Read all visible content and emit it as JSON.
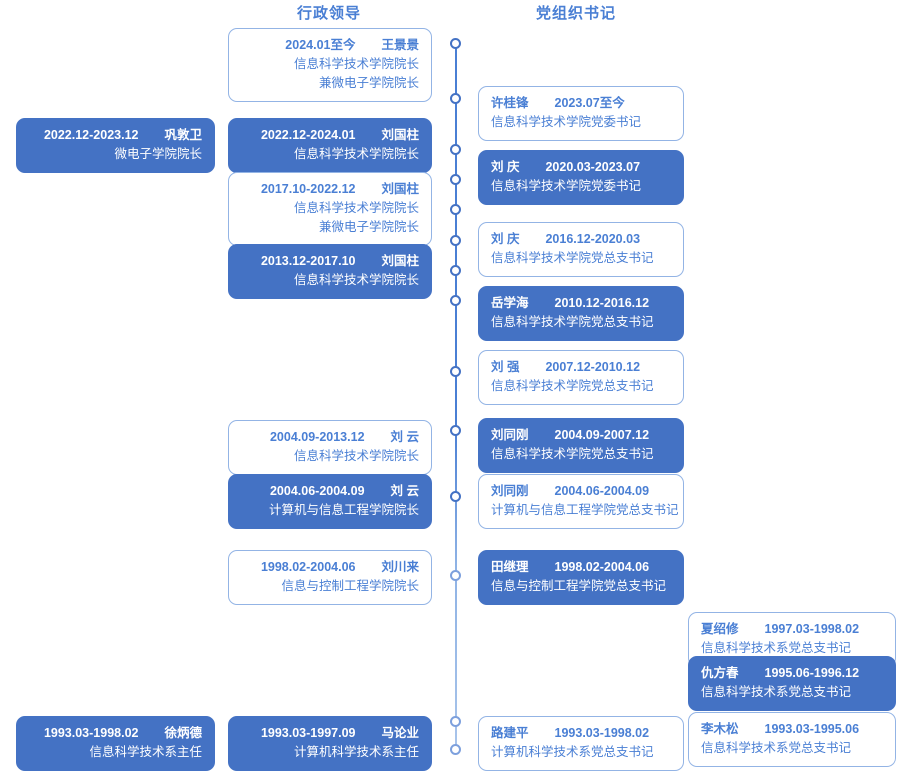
{
  "headers": {
    "admin": "行政领导",
    "party": "党组织书记"
  },
  "colors": {
    "accent": "#4472c4",
    "accent_text": "#4a7fd4",
    "outline_border": "#93b4e5",
    "filled_bg": "#4472c4",
    "filled_text": "#ffffff",
    "page_bg": "#ffffff"
  },
  "timeline": {
    "dot_count": 14,
    "axis_label": "central-timeline"
  },
  "admin_column": [
    {
      "id": "admin-wangjingjing",
      "style": "outline",
      "period": "2024.01至今",
      "name": "王景景",
      "titles": [
        "信息科学技术学院院长",
        "兼微电子学院院长"
      ]
    },
    {
      "id": "admin-liuguozhu-2022",
      "style": "filled",
      "period": "2022.12-2024.01",
      "name": "刘国柱",
      "titles": [
        "信息科学技术学院院长"
      ]
    },
    {
      "id": "admin-liuguozhu-2017",
      "style": "outline",
      "period": "2017.10-2022.12",
      "name": "刘国柱",
      "titles": [
        "信息科学技术学院院长",
        "兼微电子学院院长"
      ]
    },
    {
      "id": "admin-liuguozhu-2013",
      "style": "filled",
      "period": "2013.12-2017.10",
      "name": "刘国柱",
      "titles": [
        "信息科学技术学院院长"
      ]
    },
    {
      "id": "admin-liuyun-2004-09",
      "style": "outline",
      "period": "2004.09-2013.12",
      "name": "刘 云",
      "titles": [
        "信息科学技术学院院长"
      ]
    },
    {
      "id": "admin-liuyun-2004-06",
      "style": "filled",
      "period": "2004.06-2004.09",
      "name": "刘 云",
      "titles": [
        "计算机与信息工程学院院长"
      ]
    },
    {
      "id": "admin-liuchuanlai",
      "style": "outline",
      "period": "1998.02-2004.06",
      "name": "刘川来",
      "titles": [
        "信息与控制工程学院院长"
      ]
    },
    {
      "id": "admin-malunye",
      "style": "filled",
      "period": "1993.03-1997.09",
      "name": "马论业",
      "titles": [
        "计算机科学技术系主任"
      ]
    }
  ],
  "admin_far_left": [
    {
      "id": "admin-gongdunwei",
      "style": "filled",
      "period": "2022.12-2023.12",
      "name": "巩敦卫",
      "titles": [
        "微电子学院院长"
      ]
    },
    {
      "id": "admin-xubingde",
      "style": "filled",
      "period": "1993.03-1998.02",
      "name": "徐炳德",
      "titles": [
        "信息科学技术系主任"
      ]
    }
  ],
  "party_column": [
    {
      "id": "party-xuguifeng",
      "style": "outline",
      "name": "许桂锋",
      "period": "2023.07至今",
      "titles": [
        "信息科学技术学院党委书记"
      ]
    },
    {
      "id": "party-liuqing-2020",
      "style": "filled",
      "name": "刘 庆",
      "period": "2020.03-2023.07",
      "titles": [
        "信息科学技术学院党委书记"
      ]
    },
    {
      "id": "party-liuqing-2016",
      "style": "outline",
      "name": "刘 庆",
      "period": "2016.12-2020.03",
      "titles": [
        "信息科学技术学院党总支书记"
      ]
    },
    {
      "id": "party-yuexuehai",
      "style": "filled",
      "name": "岳学海",
      "period": "2010.12-2016.12",
      "titles": [
        "信息科学技术学院党总支书记"
      ]
    },
    {
      "id": "party-liuqiang",
      "style": "outline",
      "name": "刘 强",
      "period": "2007.12-2010.12",
      "titles": [
        "信息科学技术学院党总支书记"
      ]
    },
    {
      "id": "party-liutonggang-2004-09",
      "style": "filled",
      "name": "刘同刚",
      "period": "2004.09-2007.12",
      "titles": [
        "信息科学技术学院党总支书记"
      ]
    },
    {
      "id": "party-liutonggang-2004-06",
      "style": "outline",
      "name": "刘同刚",
      "period": "2004.06-2004.09",
      "titles": [
        "计算机与信息工程学院党总支书记"
      ]
    },
    {
      "id": "party-tianjili",
      "style": "filled",
      "name": "田继理",
      "period": "1998.02-2004.06",
      "titles": [
        "信息与控制工程学院党总支书记"
      ]
    },
    {
      "id": "party-lujianping",
      "style": "outline",
      "name": "路建平",
      "period": "1993.03-1998.02",
      "titles": [
        "计算机科学技术系党总支书记"
      ]
    }
  ],
  "party_far_right": [
    {
      "id": "party-xiashaoxiu",
      "style": "outline",
      "name": "夏绍修",
      "period": "1997.03-1998.02",
      "titles": [
        "信息科学技术系党总支书记"
      ]
    },
    {
      "id": "party-qiufangchun",
      "style": "filled",
      "name": "仇方春",
      "period": "1995.06-1996.12",
      "titles": [
        "信息科学技术系党总支书记"
      ]
    },
    {
      "id": "party-limusong",
      "style": "outline",
      "name": "李木松",
      "period": "1993.03-1995.06",
      "titles": [
        "信息科学技术系党总支书记"
      ]
    }
  ]
}
